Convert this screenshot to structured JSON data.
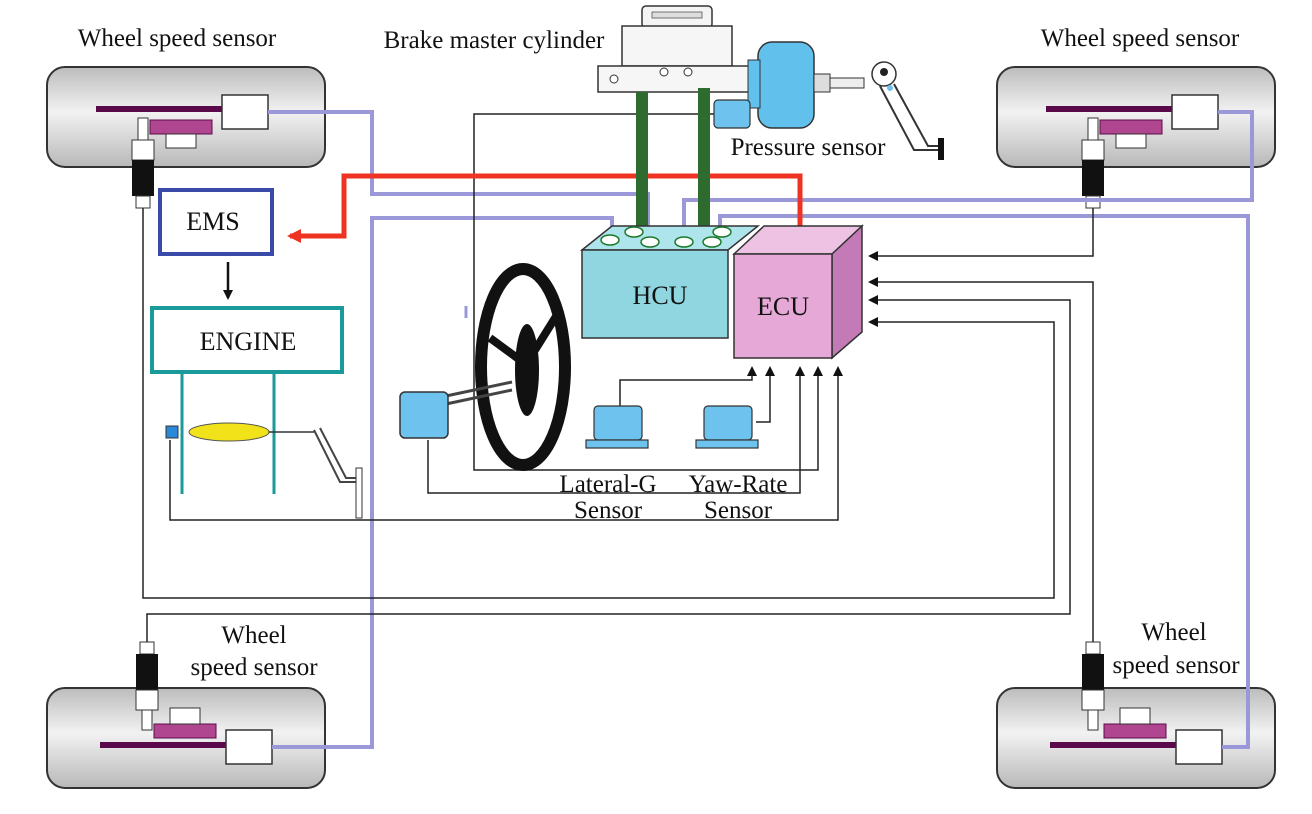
{
  "labels": {
    "wheel_speed_sensor_top_left": "Wheel speed sensor",
    "wheel_speed_sensor_top_right": "Wheel speed sensor",
    "wheel_speed_sensor_bottom_left_line1": "Wheel",
    "wheel_speed_sensor_bottom_left_line2": "speed sensor",
    "wheel_speed_sensor_bottom_right_line1": "Wheel",
    "wheel_speed_sensor_bottom_right_line2": "speed sensor",
    "brake_master_cylinder": "Brake master cylinder",
    "pressure_sensor": "Pressure sensor",
    "ems": "EMS",
    "engine": "ENGINE",
    "hcu": "HCU",
    "ecu": "ECU",
    "lateral_g_line1": "Lateral-G",
    "lateral_g_line2": "Sensor",
    "yaw_rate_line1": "Yaw-Rate",
    "yaw_rate_line2": "Sensor"
  },
  "colors": {
    "wheel_fill": "#d9d9d9",
    "wheel_stroke": "#333333",
    "hub_bar": "#5a0a4a",
    "magenta_block": "#b0468f",
    "lavender_wire": "#9a98d8",
    "red_wire": "#ee3322",
    "green_pipe": "#2e6b2e",
    "ems_border": "#3a4aa8",
    "engine_border": "#1a9a9a",
    "hcu_fill": "#8fd6e0",
    "ecu_fill": "#e6a8d6",
    "sensor_blue": "#6ec3ee",
    "throttle_yellow": "#f2e21a"
  }
}
